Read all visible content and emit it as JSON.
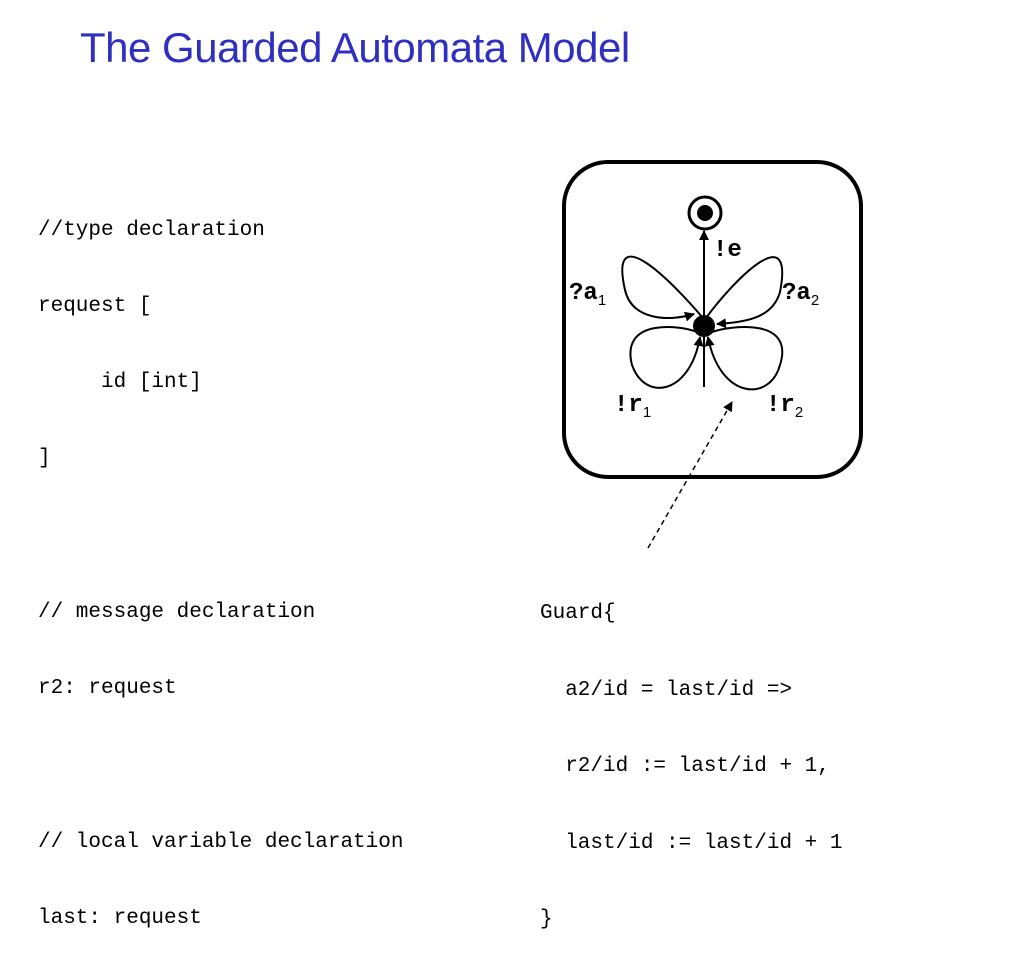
{
  "slide": {
    "title": "The Guarded Automata Model",
    "title_color": "#2f2fc0"
  },
  "declarations": {
    "lines": [
      "//type declaration",
      "request [",
      "     id [int]",
      "]",
      "",
      "// message declaration",
      "r2: request",
      "",
      "// local variable declaration",
      "last: request"
    ]
  },
  "automaton": {
    "labels": {
      "e": "!e",
      "a1_main": "?a",
      "a1_sub": "1",
      "a2_main": "?a",
      "a2_sub": "2",
      "r1_main": "!r",
      "r1_sub": "1",
      "r2_main": "!r",
      "r2_sub": "2"
    }
  },
  "guard": {
    "lines": [
      "Guard{",
      "  a2/id = last/id =>",
      "  r2/id := last/id + 1,",
      "  last/id := last/id + 1",
      "}"
    ]
  }
}
